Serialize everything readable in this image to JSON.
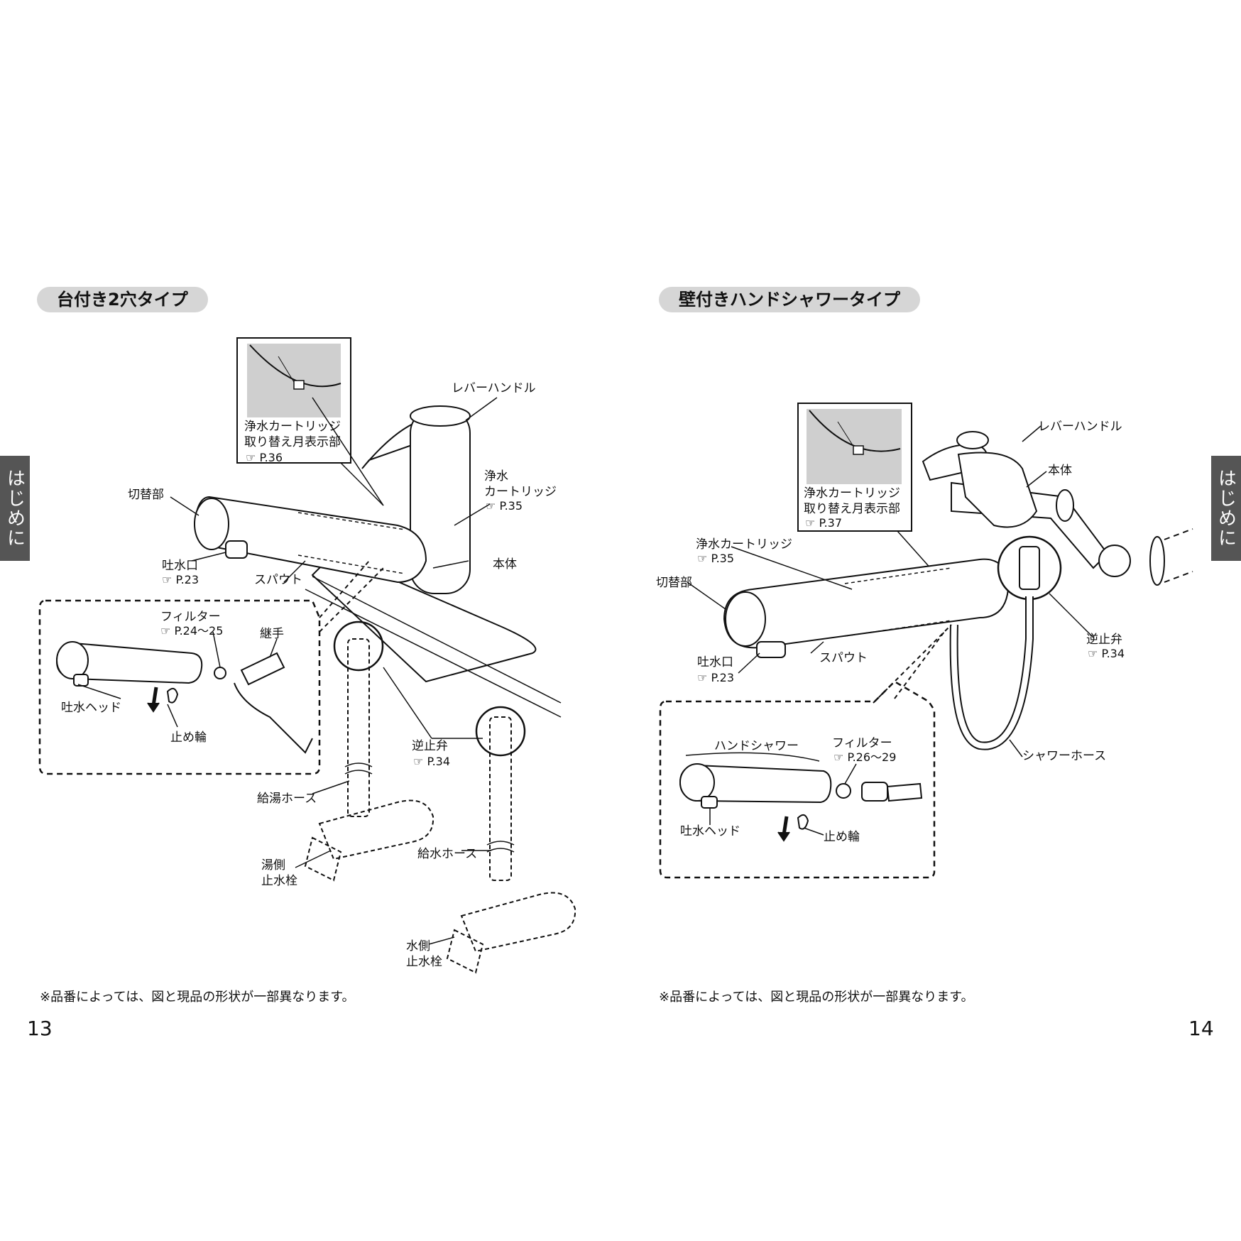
{
  "pages": {
    "left": {
      "number": "13",
      "title": "台付き2穴タイプ",
      "side_tab": "はじめに",
      "note": "※品番によっては、図と現品の形状が一部異なります。",
      "inset": {
        "label_1": "浄水カートリッジ",
        "label_2": "取り替え月表示部",
        "ref": "P.36"
      },
      "labels": {
        "lever": "レバーハンドル",
        "cartridge_1": "浄水",
        "cartridge_2": "カートリッジ",
        "cartridge_ref": "P.35",
        "switch": "切替部",
        "outlet": "吐水口",
        "outlet_ref": "P.23",
        "spout": "スパウト",
        "body": "本体",
        "filter": "フィルター",
        "filter_ref": "P.24〜25",
        "joint": "継手",
        "head": "吐水ヘッド",
        "ring": "止め輪",
        "check_valve": "逆止弁",
        "check_ref": "P.34",
        "hot_hose": "給湯ホース",
        "hot_valve_1": "湯側",
        "hot_valve_2": "止水栓",
        "cold_hose": "給水ホース",
        "cold_valve_1": "水側",
        "cold_valve_2": "止水栓"
      }
    },
    "right": {
      "number": "14",
      "title": "壁付きハンドシャワータイプ",
      "side_tab": "はじめに",
      "note": "※品番によっては、図と現品の形状が一部異なります。",
      "inset": {
        "label_1": "浄水カートリッジ",
        "label_2": "取り替え月表示部",
        "ref": "P.37"
      },
      "labels": {
        "lever": "レバーハンドル",
        "body": "本体",
        "cartridge": "浄水カートリッジ",
        "cartridge_ref": "P.35",
        "switch": "切替部",
        "outlet": "吐水口",
        "outlet_ref": "P.23",
        "spout": "スパウト",
        "check_valve": "逆止弁",
        "check_ref": "P.34",
        "hand_shower": "ハンドシャワー",
        "filter": "フィルター",
        "filter_ref": "P.26〜29",
        "head": "吐水ヘッド",
        "ring": "止め輪",
        "shower_hose": "シャワーホース"
      }
    }
  },
  "colors": {
    "pill_bg": "#d6d6d6",
    "side_tab_bg": "#555555",
    "inset_bg": "#cfcfcf"
  }
}
